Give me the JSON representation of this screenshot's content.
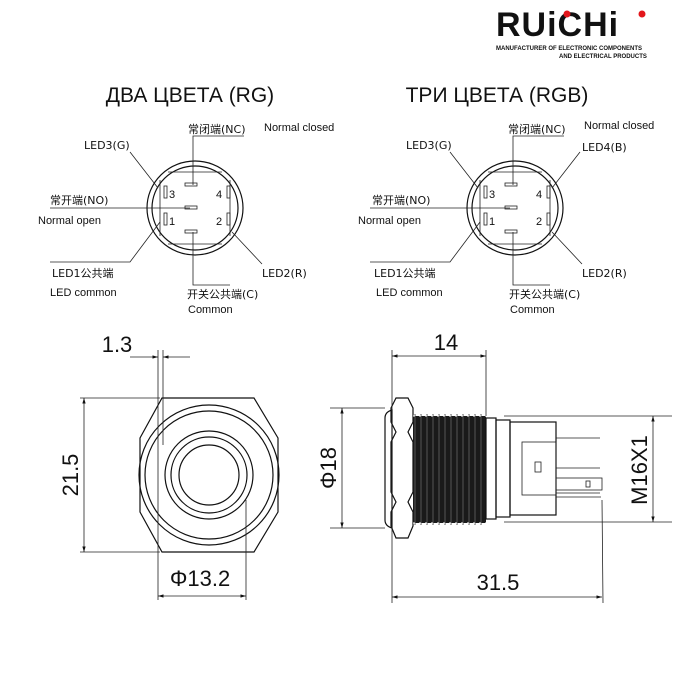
{
  "logo": {
    "brand": "RUiCHi",
    "tagline_1": "MANUFACTURER OF ELECTRONIC COMPONENTS",
    "tagline_2": "AND ELECTRICAL PRODUCTS",
    "accent_color": "#e3161b"
  },
  "two_color": {
    "title": "ДВА ЦВЕТА (RG)",
    "nc_cn": "常闭端(NC)",
    "nc_en": "Normal closed",
    "led3": "LED3(G)",
    "no_cn": "常开端(NO)",
    "no_en": "Normal open",
    "led1_cn": "LED1公共端",
    "led1_en": "LED common",
    "led2": "LED2(R)",
    "c_cn": "开关公共端(C)",
    "c_en": "Common",
    "pins": [
      "3",
      "4",
      "1",
      "2"
    ]
  },
  "three_color": {
    "title": "ТРИ ЦВЕТА (RGB)",
    "nc_cn": "常闭端(NC)",
    "nc_en": "Normal closed",
    "led3": "LED3(G)",
    "led4": "LED4(B)",
    "no_cn": "常开端(NO)",
    "no_en": "Normal open",
    "led1_cn": "LED1公共端",
    "led1_en": "LED common",
    "led2": "LED2(R)",
    "c_cn": "开关公共端(C)",
    "c_en": "Common",
    "pins": [
      "3",
      "4",
      "1",
      "2"
    ]
  },
  "front_view": {
    "dim_ring": "1.3",
    "dim_height": "21.5",
    "dim_diameter": "Φ13.2"
  },
  "side_view": {
    "dim_length_front": "14",
    "dim_diameter": "Φ18",
    "dim_thread": "M16X1",
    "dim_total_length": "31.5"
  }
}
